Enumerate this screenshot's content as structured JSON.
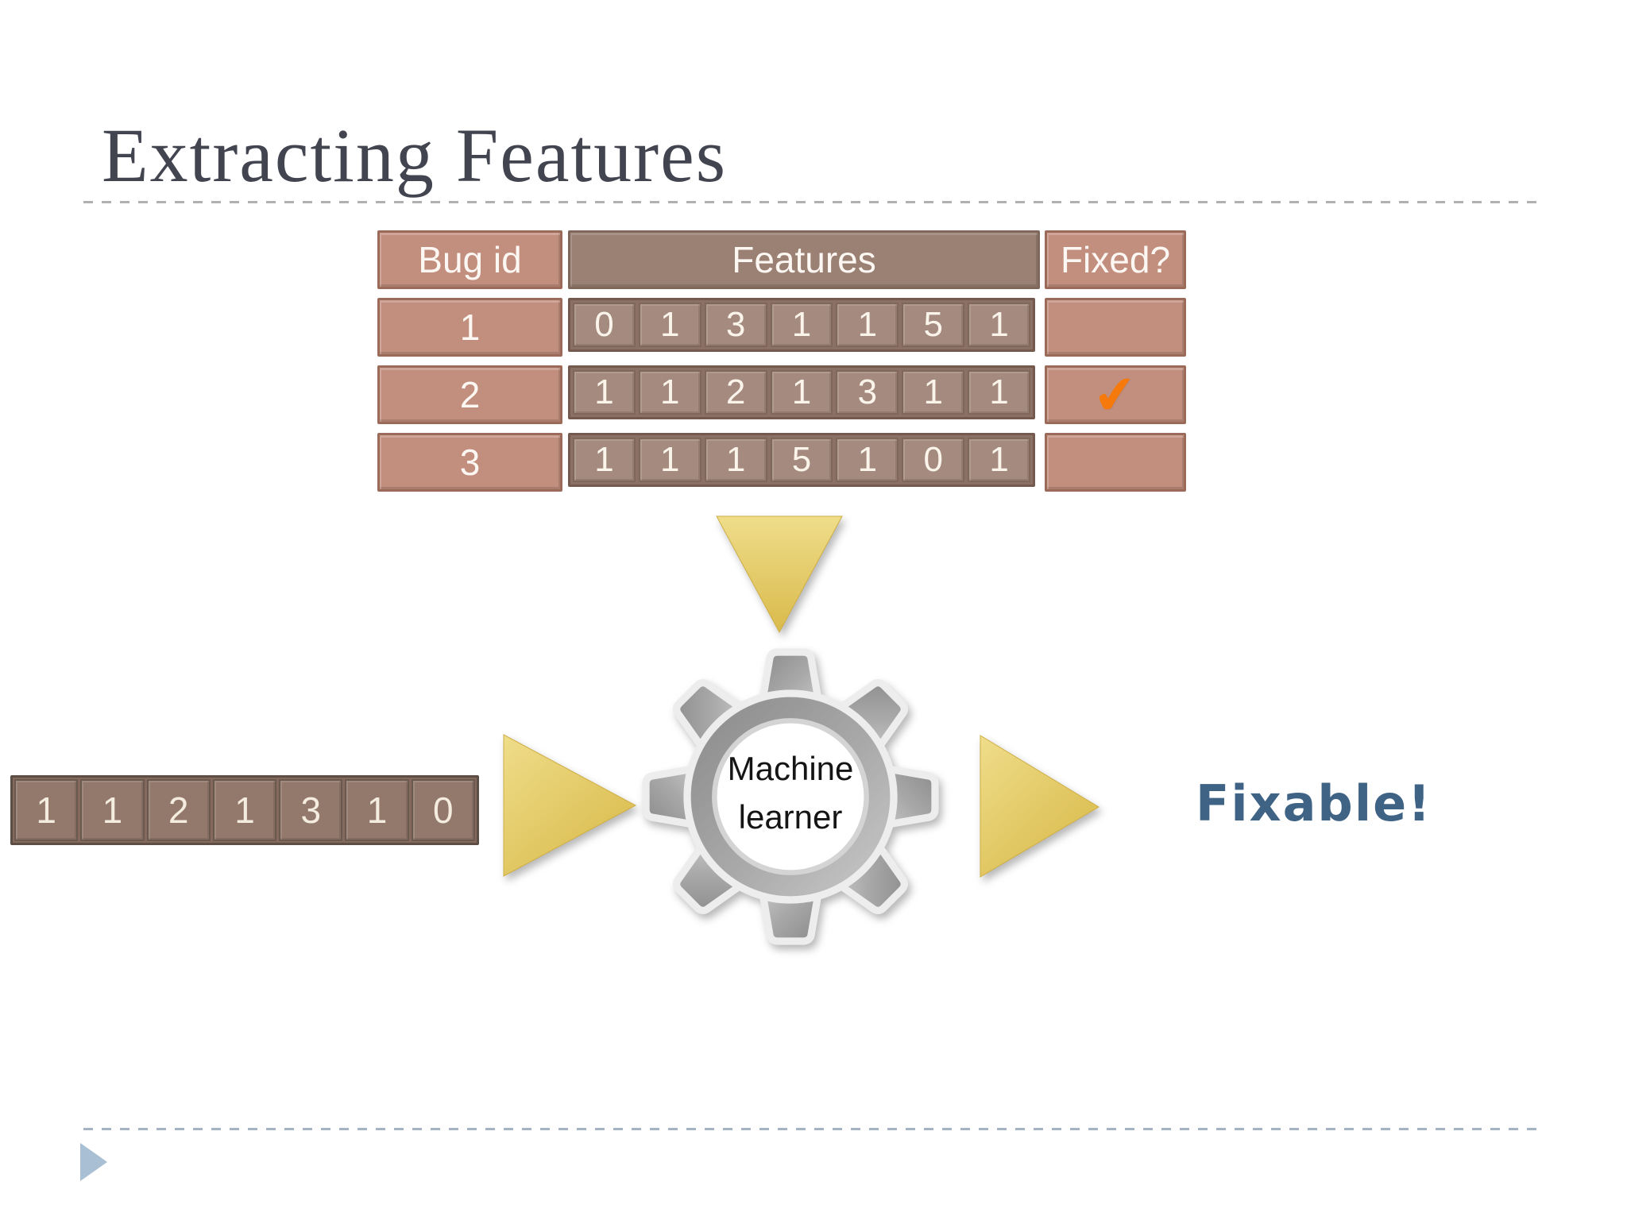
{
  "slide": {
    "title": "Extracting Features",
    "fixable_label": "Fixable!"
  },
  "table": {
    "headers": {
      "bug_id": "Bug id",
      "features": "Features",
      "fixed": "Fixed?"
    },
    "rows": [
      {
        "bug_id": "1",
        "features": [
          "0",
          "1",
          "3",
          "1",
          "1",
          "5",
          "1"
        ],
        "fixed": ""
      },
      {
        "bug_id": "2",
        "features": [
          "1",
          "1",
          "2",
          "1",
          "3",
          "1",
          "1"
        ],
        "fixed": "✔"
      },
      {
        "bug_id": "3",
        "features": [
          "1",
          "1",
          "1",
          "5",
          "1",
          "0",
          "1"
        ],
        "fixed": ""
      }
    ]
  },
  "input_strip": {
    "values": [
      "1",
      "1",
      "2",
      "1",
      "3",
      "1",
      "0"
    ]
  },
  "gear": {
    "label_line1": "Machine",
    "label_line2": "learner"
  },
  "icons": {
    "check_icon": "orange hand-drawn checkmark",
    "down_arrow_icon": "yellow triangle pointing down",
    "input_arrow_icon": "yellow triangle pointing right",
    "output_arrow_icon": "yellow triangle pointing right",
    "gear_icon": "gray eight-tooth gear",
    "footer_bullet_icon": "small blue-gray triangle pointing right"
  },
  "colors": {
    "title_text": "#424450",
    "tan_cell": "#c28e7d",
    "tan_border": "#9c6a58",
    "mauve_cell": "#9b8174",
    "feature_cell": "#a58b7f",
    "strip_cell": "#93796b",
    "check_orange": "#f6790b",
    "arrow_yellow": "#e3c75e",
    "fixable_blue": "#3e6384",
    "separator_top": "#b1b1b1",
    "separator_bottom": "#a4b4c4",
    "footer_triangle": "#a9bfd3"
  }
}
